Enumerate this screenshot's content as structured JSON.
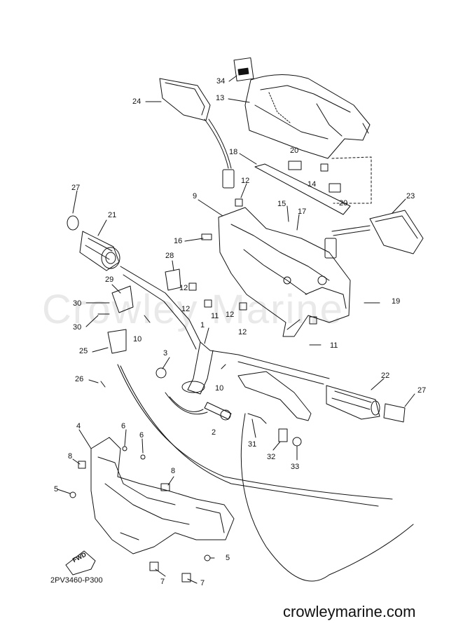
{
  "diagram": {
    "code": "2PV3460-P300",
    "watermark": "crowleymarine.com",
    "background_watermark": "Crowley Marine",
    "fwd_label": "FWD",
    "line_color": "#111111",
    "watermark_color": "#e9e9e9"
  },
  "callouts": [
    {
      "id": "c34",
      "text": "34"
    },
    {
      "id": "c13",
      "text": "13"
    },
    {
      "id": "c24",
      "text": "24"
    },
    {
      "id": "c18",
      "text": "18"
    },
    {
      "id": "c20a",
      "text": "20"
    },
    {
      "id": "c14",
      "text": "14"
    },
    {
      "id": "c20b",
      "text": "20"
    },
    {
      "id": "c27a",
      "text": "27"
    },
    {
      "id": "c12a",
      "text": "12"
    },
    {
      "id": "c9",
      "text": "9"
    },
    {
      "id": "c15",
      "text": "15"
    },
    {
      "id": "c17",
      "text": "17"
    },
    {
      "id": "c23",
      "text": "23"
    },
    {
      "id": "c21",
      "text": "21"
    },
    {
      "id": "c16",
      "text": "16"
    },
    {
      "id": "c28",
      "text": "28"
    },
    {
      "id": "c29",
      "text": "29"
    },
    {
      "id": "c12b",
      "text": "12"
    },
    {
      "id": "c30a",
      "text": "30"
    },
    {
      "id": "c12c",
      "text": "12"
    },
    {
      "id": "c11a",
      "text": "11"
    },
    {
      "id": "c12d",
      "text": "12"
    },
    {
      "id": "c19",
      "text": "19"
    },
    {
      "id": "c30b",
      "text": "30"
    },
    {
      "id": "c12e",
      "text": "12"
    },
    {
      "id": "c10a",
      "text": "10"
    },
    {
      "id": "c1",
      "text": "1"
    },
    {
      "id": "c11b",
      "text": "11"
    },
    {
      "id": "c25",
      "text": "25"
    },
    {
      "id": "c3",
      "text": "3"
    },
    {
      "id": "c22",
      "text": "22"
    },
    {
      "id": "c26",
      "text": "26"
    },
    {
      "id": "c10b",
      "text": "10"
    },
    {
      "id": "c27b",
      "text": "27"
    },
    {
      "id": "c2",
      "text": "2"
    },
    {
      "id": "c4",
      "text": "4"
    },
    {
      "id": "c6a",
      "text": "6"
    },
    {
      "id": "c6b",
      "text": "6"
    },
    {
      "id": "c31",
      "text": "31"
    },
    {
      "id": "c32",
      "text": "32"
    },
    {
      "id": "c33",
      "text": "33"
    },
    {
      "id": "c8a",
      "text": "8"
    },
    {
      "id": "c8b",
      "text": "8"
    },
    {
      "id": "c5a",
      "text": "5"
    },
    {
      "id": "c5b",
      "text": "5"
    },
    {
      "id": "c7a",
      "text": "7"
    },
    {
      "id": "c7b",
      "text": "7"
    }
  ]
}
